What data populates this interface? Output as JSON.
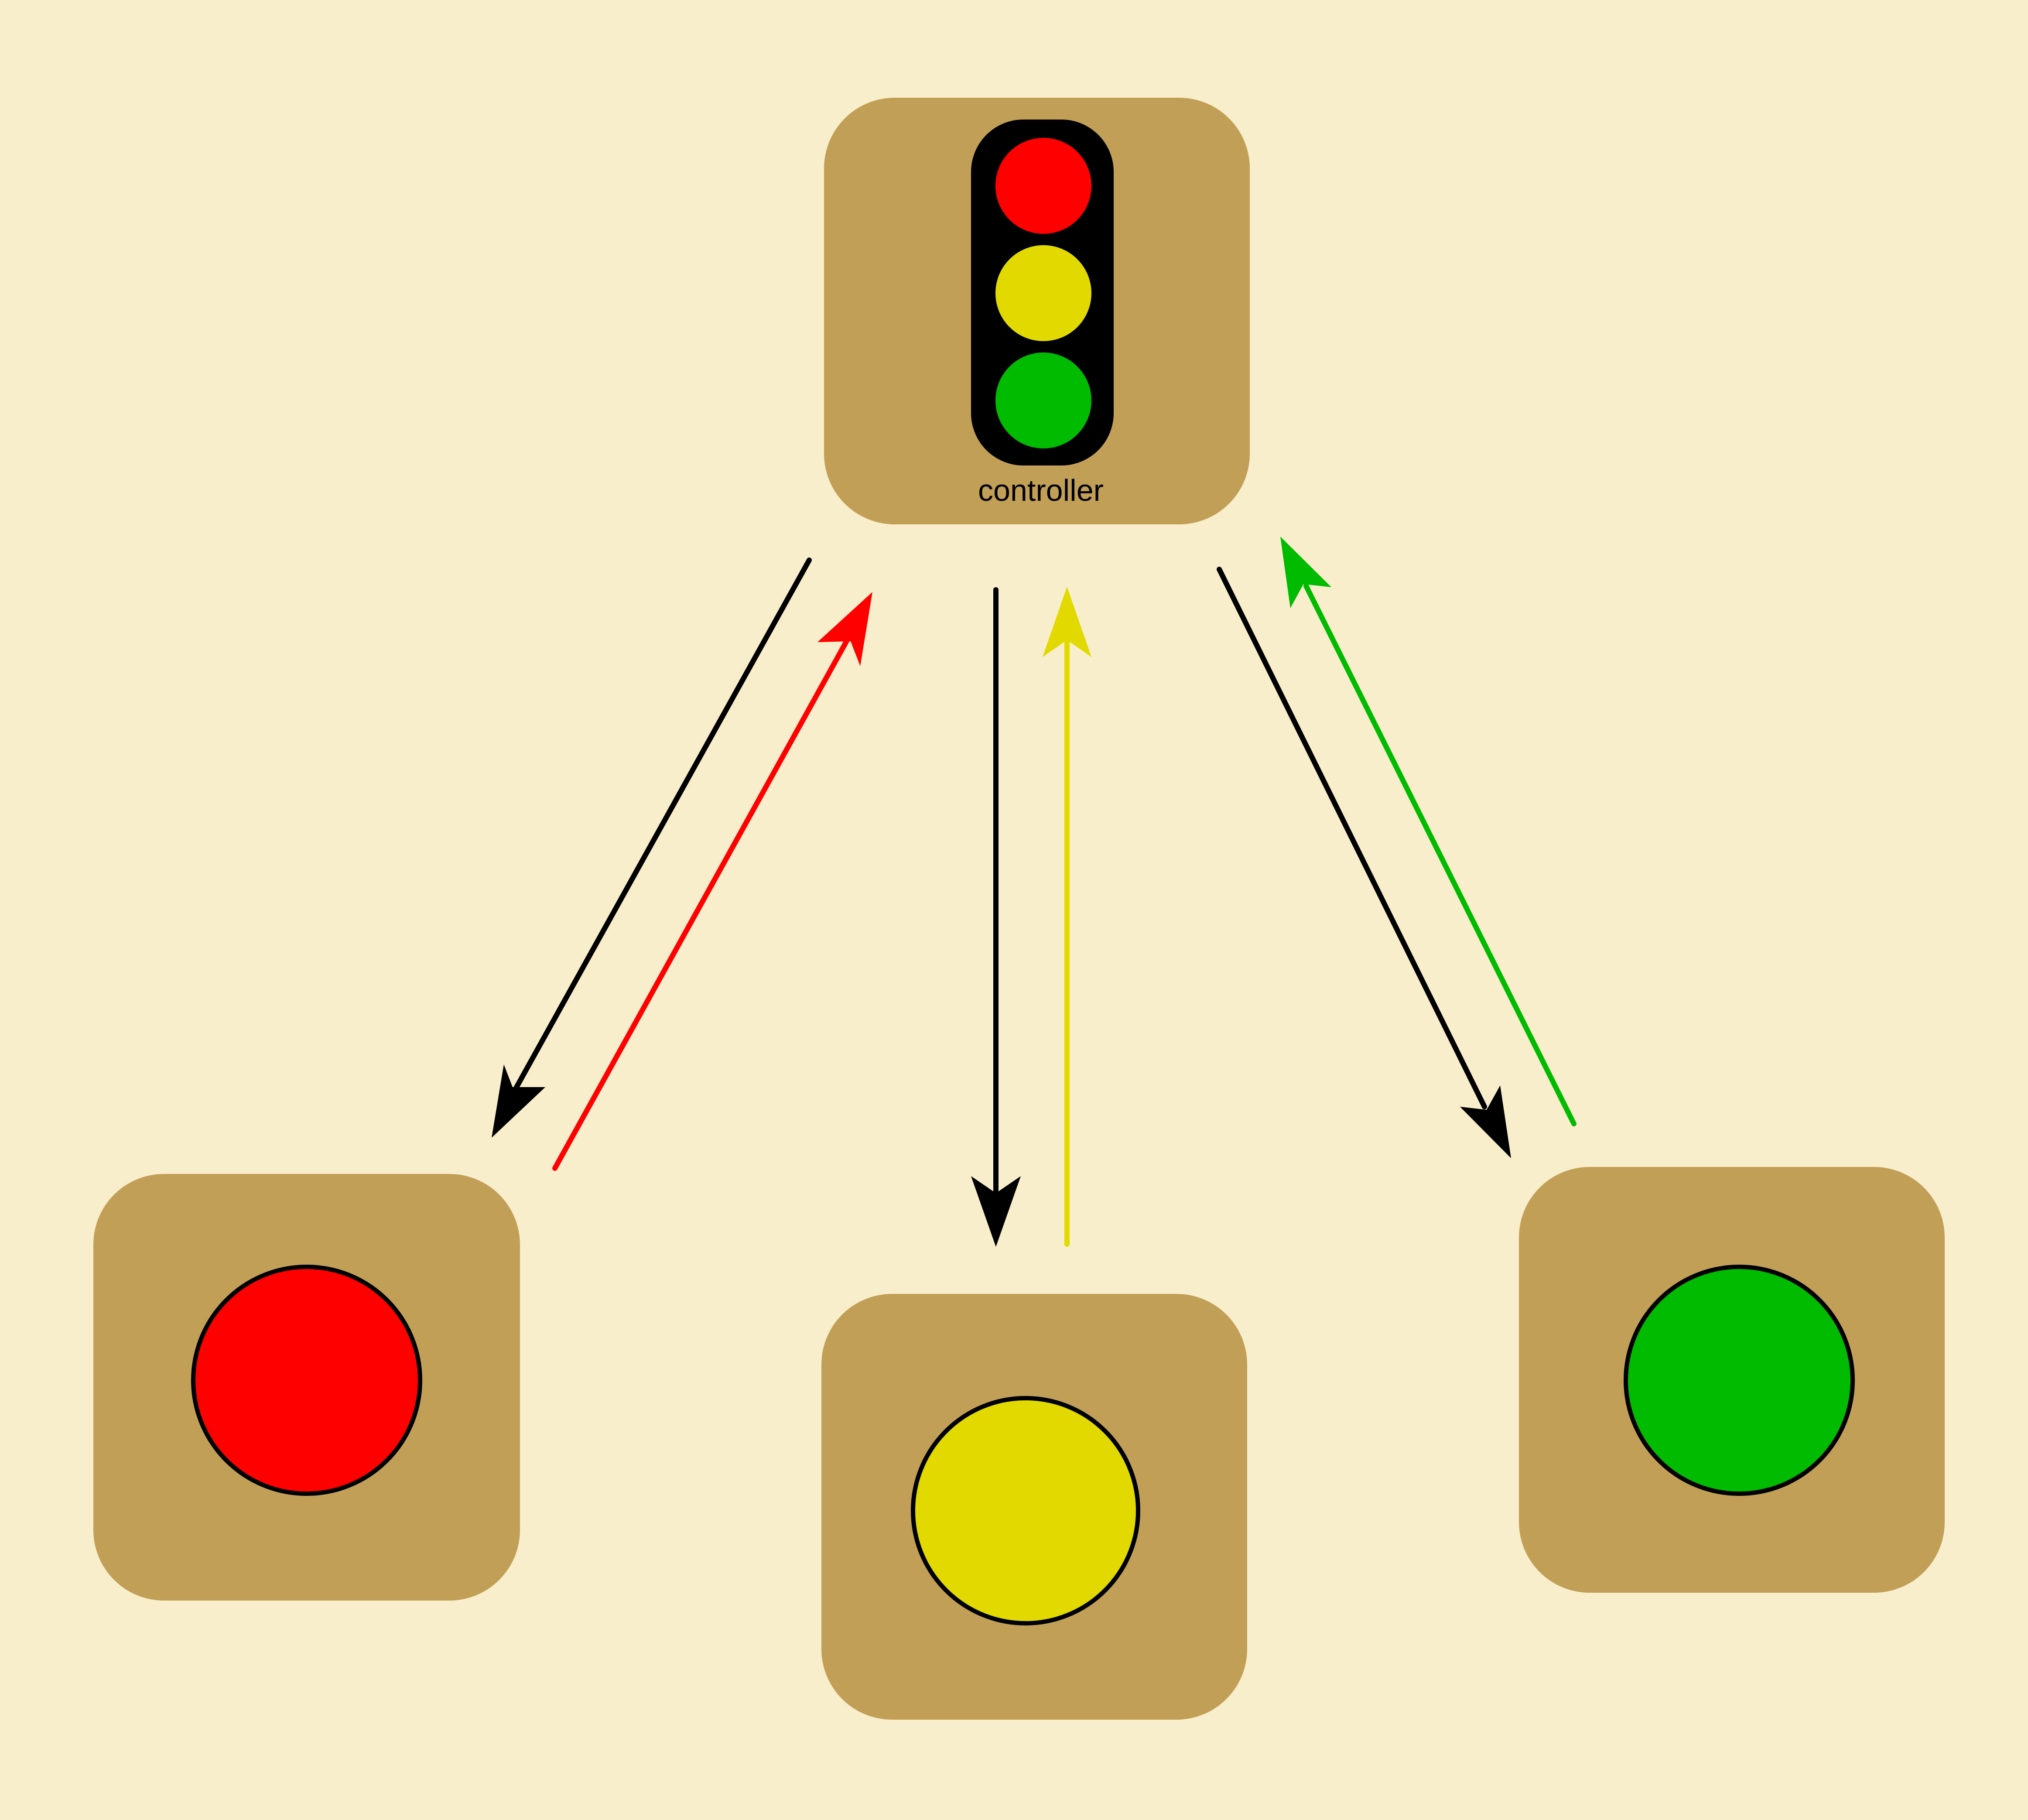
{
  "background_color": "#f8eecb",
  "box_color": "#c29f56",
  "controller": {
    "label": "controller",
    "icon": "traffic-light-icon",
    "lamps": [
      "#ff0000",
      "#e1d900",
      "#00bb00"
    ]
  },
  "nodes": [
    {
      "name": "red-light-node",
      "icon": "red-light-icon",
      "color": "#ff0000"
    },
    {
      "name": "yellow-light-node",
      "icon": "yellow-light-icon",
      "color": "#e1d900"
    },
    {
      "name": "green-light-node",
      "icon": "green-light-icon",
      "color": "#00bb00"
    }
  ],
  "arrows": [
    {
      "name": "arrow-controller-to-red",
      "color": "#000000"
    },
    {
      "name": "arrow-red-to-controller",
      "color": "#ff0000"
    },
    {
      "name": "arrow-controller-to-yellow",
      "color": "#000000"
    },
    {
      "name": "arrow-yellow-to-controller",
      "color": "#e1d900"
    },
    {
      "name": "arrow-controller-to-green",
      "color": "#000000"
    },
    {
      "name": "arrow-green-to-controller",
      "color": "#00bb00"
    }
  ]
}
